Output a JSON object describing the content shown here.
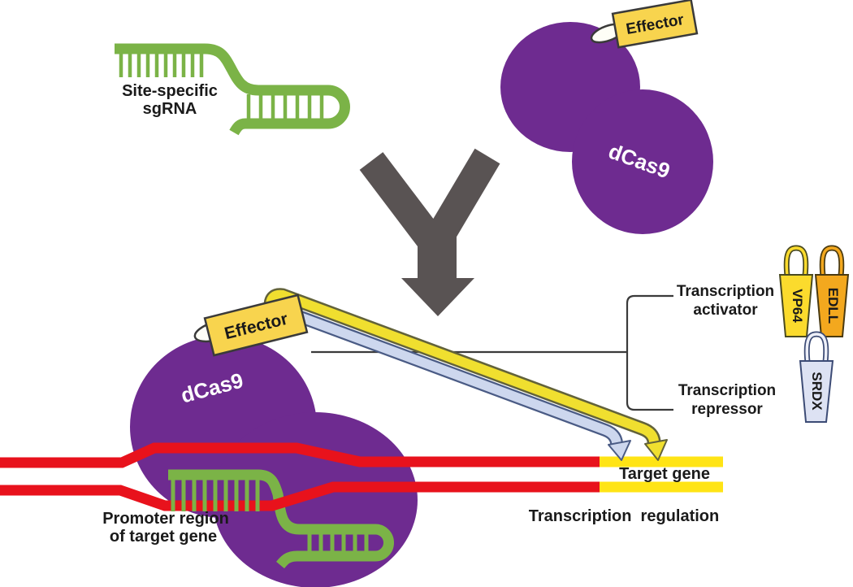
{
  "labels": {
    "sgrna": {
      "line1": "Site-specific",
      "line2": "sgRNA"
    },
    "effector_top": "Effector",
    "effector_bottom": "Effector",
    "dcas9_top": "dCas9",
    "dcas9_bottom": "dCas9",
    "activator": {
      "line1": "Transcription",
      "line2": "activator"
    },
    "repressor": {
      "line1": "Transcription",
      "line2": "repressor"
    },
    "vp64": "VP64",
    "edll": "EDLL",
    "srdx": "SRDX",
    "target_gene": "Target gene",
    "transcription_regulation": "Transcription  regulation",
    "promoter": {
      "line1": "Promoter region",
      "line2": "of target gene"
    }
  },
  "colors": {
    "dcas9_purple": "#6E2B90",
    "sgrna_green": "#7BB347",
    "dna_red": "#E8121C",
    "effector_tag_yellow": "#F8D44E",
    "activator_ribbon_yellow": "#F0DF2F",
    "repressor_ribbon_blue": "#CDD7EE",
    "vp64_yellow": "#FBDB2D",
    "edll_orange": "#F3A81E",
    "srdx_lavender": "#DDE2F3",
    "target_gene_yellow": "#FFE415",
    "arrow_gray": "#595353",
    "text_black": "#1a1a1a"
  }
}
